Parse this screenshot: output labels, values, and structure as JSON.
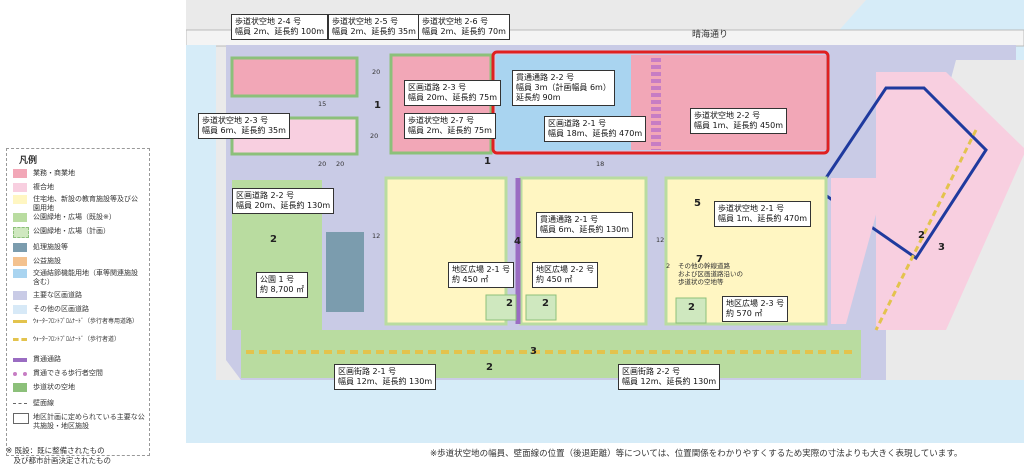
{
  "street": {
    "harumi": "晴海通り"
  },
  "callouts": {
    "hodou_2_4": [
      "歩道状空地 2-4 号",
      "幅員 2m、延長約 100m"
    ],
    "hodou_2_5": [
      "歩道状空地 2-5 号",
      "幅員 2m、延長約 35m"
    ],
    "hodou_2_6": [
      "歩道状空地 2-6 号",
      "幅員 2m、延長約 70m"
    ],
    "kanto_2_2": [
      "貫通通路 2-2 号",
      "幅員 3m（計画幅員 6m）",
      "延長約 90m"
    ],
    "kukaku_2_3": [
      "区画道路 2-3 号",
      "幅員 20m、延長約 75m"
    ],
    "hodou_2_7": [
      "歩道状空地 2-7 号",
      "幅員 2m、延長約 75m"
    ],
    "hodou_2_3": [
      "歩道状空地 2-3 号",
      "幅員 6m、延長約 35m"
    ],
    "kukaku_2_1": [
      "区画道路 2-1 号",
      "幅員 18m、延長約 470m"
    ],
    "hodou_2_2": [
      "歩道状空地 2-2 号",
      "幅員 1m、延長約 450m"
    ],
    "kukaku_2_2": [
      "区画道路 2-2 号",
      "幅員 20m、延長約 130m"
    ],
    "kanto_2_1": [
      "貫通通路 2-1 号",
      "幅員 6m、延長約 130m"
    ],
    "hodou_2_1": [
      "歩道状空地 2-1 号",
      "幅員 1m、延長約 470m"
    ],
    "koen_1": [
      "公園 1 号",
      "約 8,700 ㎡"
    ],
    "hiroba_2_1": [
      "地区広場 2-1 号",
      "約 450 ㎡"
    ],
    "hiroba_2_2": [
      "地区広場 2-2 号",
      "約 450 ㎡"
    ],
    "hiroba_2_3": [
      "地区広場 2-3 号",
      "約 570 ㎡"
    ],
    "kukakugai_2_1": [
      "区画街路 2-1 号",
      "幅員 12m、延長約 130m"
    ],
    "kukakugai_2_2": [
      "区画街路 2-2 号",
      "幅員 12m、延長約 130m"
    ]
  },
  "map_numbers": {
    "n1a": "1",
    "n1b": "1",
    "n2a": "2",
    "n2b": "2",
    "n2c": "2",
    "n2d": "2",
    "n2e": "2",
    "n2f": "2",
    "n3a": "3",
    "n3b": "3",
    "n4": "4",
    "n5": "5",
    "n7": "7",
    "w20a": "20",
    "w20b": "20",
    "w20c": "20",
    "w20d": "20",
    "w15": "15",
    "w18": "18",
    "w12a": "12",
    "w12b": "12",
    "w2": "2"
  },
  "side_note": [
    "その他の幹線道路",
    "および区画道路沿いの",
    "歩道状の空地等"
  ],
  "legend": {
    "title": "凡例",
    "items": [
      "業務・商業地",
      "複合地",
      "住宅地、新設の教育施設等及び公園用地",
      "公園緑地・広場（既設※）",
      "公園緑地・広場（計画）",
      "処理施設等",
      "公益施設",
      "交通結節機能用地（車等関連施設含む）",
      "主要な区画道路",
      "その他の区画道路",
      "ｳｫｰﾀｰﾌﾛﾝﾄﾌﾟﾛﾑﾅｰﾄﾞ（歩行者専用道路）",
      "ｳｫｰﾀｰﾌﾛﾝﾄﾌﾟﾛﾑﾅｰﾄﾞ（歩行者道）",
      "貫通通路",
      "貫通できる歩行者空間",
      "歩道状の空地",
      "壁面線",
      "地区計画に定められている主要な公共施設・地区施設"
    ]
  },
  "footnote_left": [
    "※ 既設：既に整備されたもの",
    "　及び都市計画決定されたもの"
  ],
  "footnote_right": "※歩道状空地の幅員、壁面線の位置（後退距離）等については、位置関係をわかりやすくするため実際の寸法よりも大きく表現しています。",
  "colors": {
    "commercial": "#f2a7b7",
    "mixed": "#f8cfe0",
    "residential": "#fff6c2",
    "park": "#b9dca0",
    "park_plan": "#cfe8bf",
    "treatment": "#7b9cae",
    "public": "#f4c28f",
    "transit": "#a9d4f0",
    "main_road": "#c9cbe6",
    "other_road": "#d7e9f7",
    "sea": "#d6ecf8",
    "red_frame": "#e02020",
    "blue_frame": "#1f3a9e",
    "purple_path": "#9a6cc2"
  }
}
